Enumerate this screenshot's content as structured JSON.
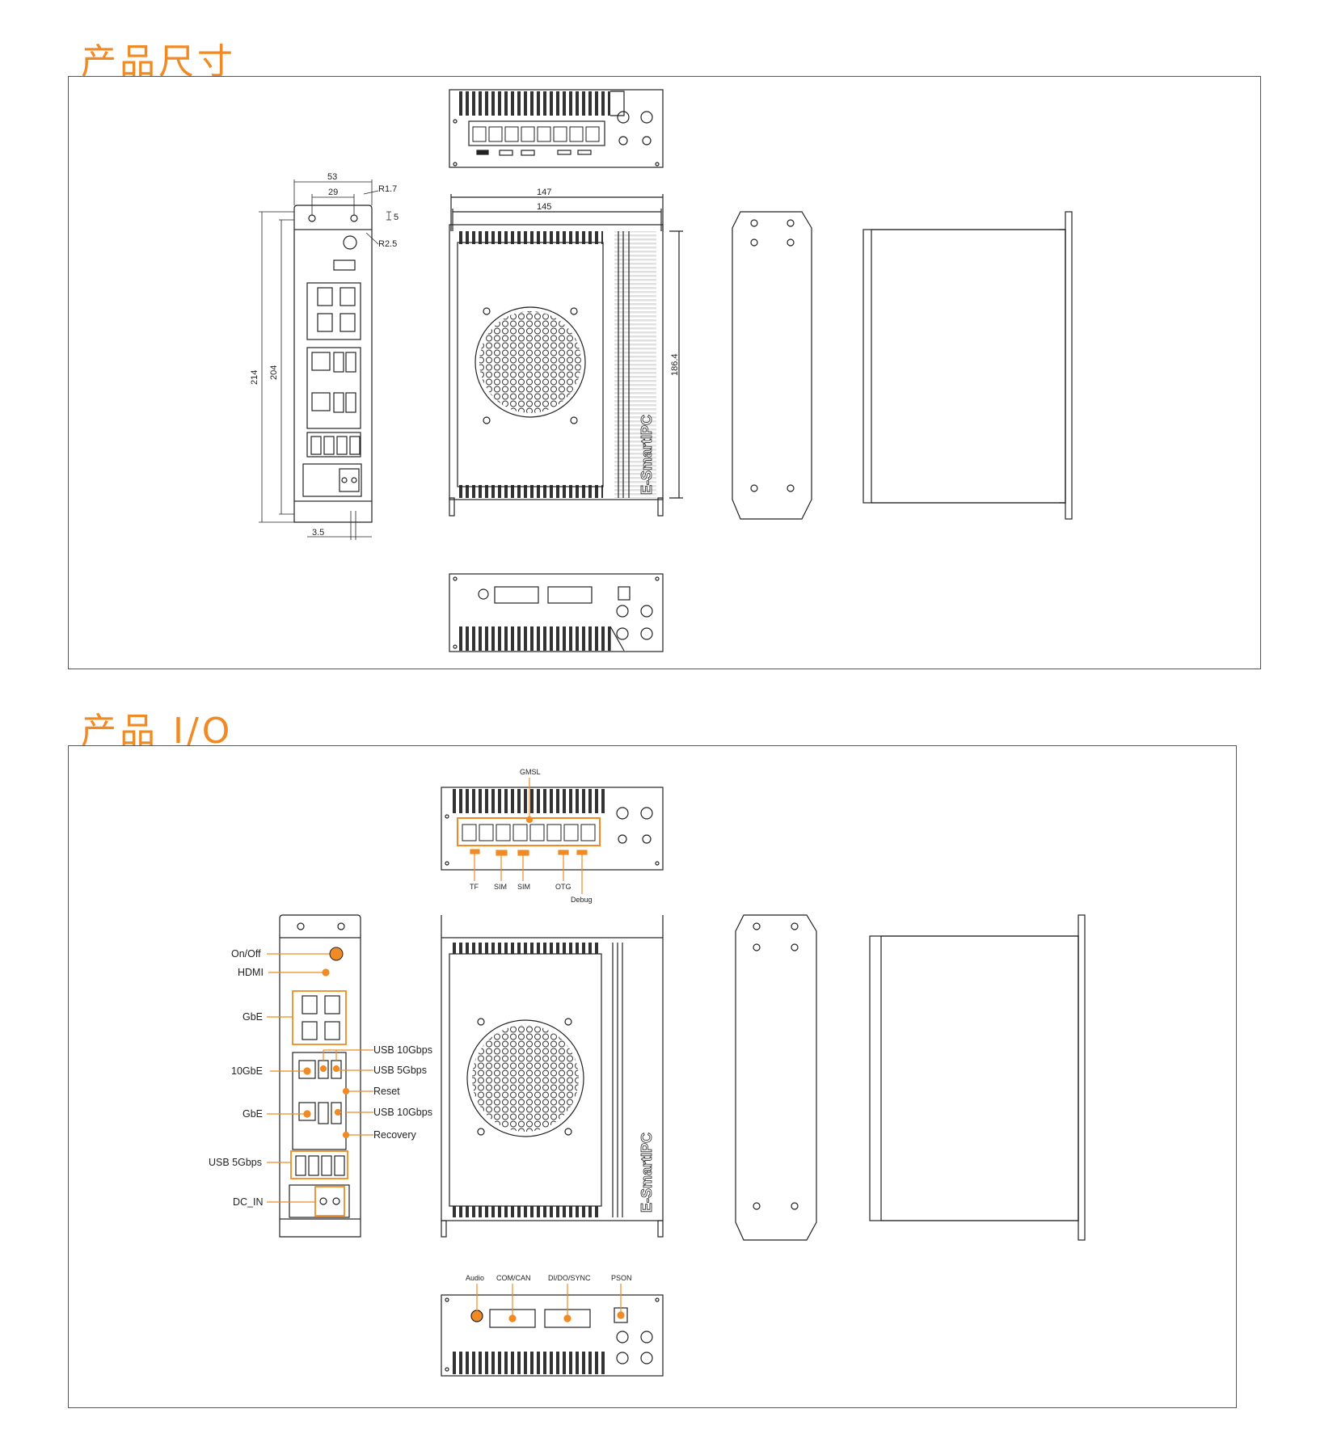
{
  "section1": {
    "title": "产品尺寸"
  },
  "section2": {
    "title": "产品 I/O"
  },
  "dimensions": {
    "width_outer": "53",
    "width_inner": "29",
    "radius_small": "R1.7",
    "radius_large": "R2.5",
    "offset_top": "5",
    "height_outer": "214",
    "height_inner": "204",
    "foot": "3.5",
    "length_outer": "147",
    "length_inner": "145",
    "depth": "186.4"
  },
  "brand": {
    "logo_text": "E-SmartIPC"
  },
  "io_labels": {
    "gmsl": "GMSL",
    "tf": "TF",
    "sim1": "SIM",
    "sim2": "SIM",
    "otg": "OTG",
    "debug": "Debug",
    "on_off": "On/Off",
    "hdmi": "HDMI",
    "gbe_top": "GbE",
    "ten_gbe": "10GbE",
    "gbe_mid": "GbE",
    "usb5_left": "USB 5Gbps",
    "dc_in": "DC_IN",
    "usb10_a": "USB 10Gbps",
    "usb5_right": "USB 5Gbps",
    "reset": "Reset",
    "usb10_b": "USB 10Gbps",
    "recovery": "Recovery",
    "audio": "Audio",
    "com_can": "COM/CAN",
    "di_do_sync": "DI/DO/SYNC",
    "pson": "PSON"
  },
  "colors": {
    "accent": "#f08a24",
    "line": "#222222",
    "frame": "#555555"
  }
}
